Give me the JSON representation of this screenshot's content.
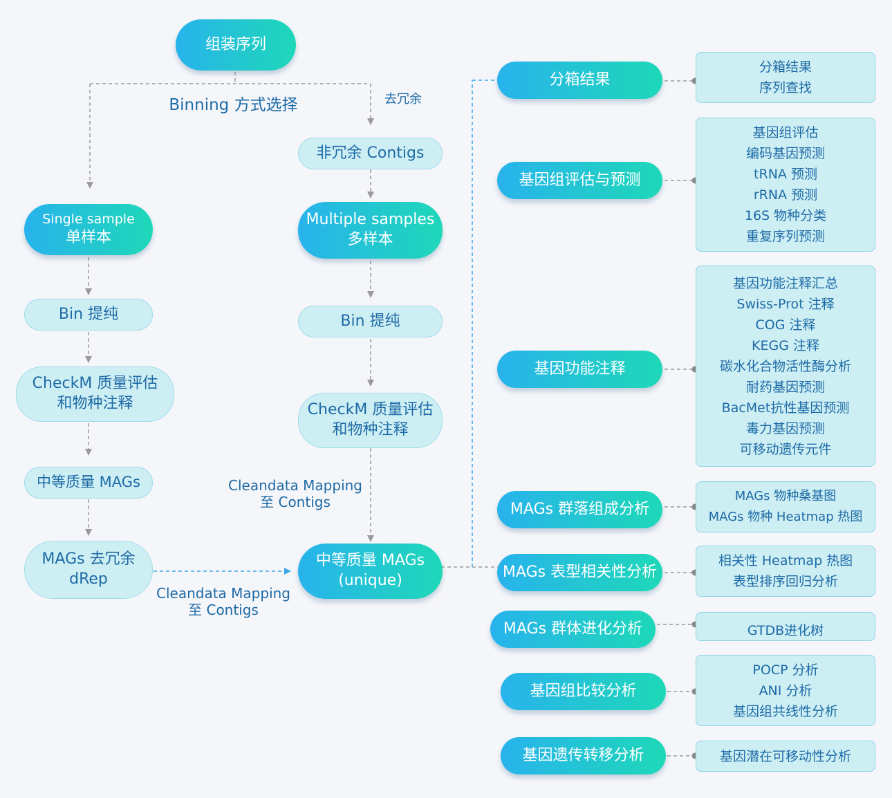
{
  "flow": {
    "assembly": "组装序列",
    "binning_label": "Binning 方式选择",
    "dedup_label": "去冗余",
    "nonredundant": "非冗余 Contigs",
    "single_sample_en": "Single sample",
    "single_sample_cn": "单样本",
    "multiple_samples_en": "Multiple samples",
    "multiple_samples_cn": "多样本",
    "bin_refine_left": "Bin 提纯",
    "bin_refine_right": "Bin 提纯",
    "checkm_left_1": "CheckM 质量评估",
    "checkm_left_2": "和物种注释",
    "checkm_right_1": "CheckM 质量评估",
    "checkm_right_2": "和物种注释",
    "medium_mags_left": "中等质量 MAGs",
    "mapping_right_1": "Cleandata Mapping",
    "mapping_right_2": "至 Contigs",
    "mags_dedup_1": "MAGs 去冗余",
    "mags_dedup_2": "dRep",
    "mapping_left_1": "Cleandata Mapping",
    "mapping_left_2": "至 Contigs",
    "unique_mags_1": "中等质量 MAGs",
    "unique_mags_2": "(unique)"
  },
  "analyses": [
    {
      "name": "分箱结果",
      "items": [
        "分箱结果",
        "序列查找"
      ]
    },
    {
      "name": "基因组评估与预测",
      "items": [
        "基因组评估",
        "编码基因预测",
        "tRNA 预测",
        "rRNA 预测",
        "16S 物种分类",
        "重复序列预测"
      ]
    },
    {
      "name": "基因功能注释",
      "items": [
        "基因功能注释汇总",
        "Swiss-Prot 注释",
        "COG 注释",
        "KEGG 注释",
        "碳水化合物活性酶分析",
        "耐药基因预测",
        "BacMet抗性基因预测",
        "毒力基因预测",
        "可移动遗传元件"
      ]
    },
    {
      "name": "MAGs 群落组成分析",
      "items": [
        "MAGs 物种桑基图",
        "MAGs 物种 Heatmap 热图"
      ]
    },
    {
      "name": "MAGs 表型相关性分析",
      "items": [
        "相关性 Heatmap 热图",
        "表型排序回归分析"
      ]
    },
    {
      "name": "MAGs 群体进化分析",
      "items": [
        "GTDB进化树"
      ]
    },
    {
      "name": "基因组比较分析",
      "items": [
        "POCP 分析",
        "ANI 分析",
        "基因组共线性分析"
      ]
    },
    {
      "name": "基因遗传转移分析",
      "items": [
        "基因潜在可移动性分析"
      ]
    }
  ],
  "colors": {
    "gradient_start": "#28b3ec",
    "gradient_end": "#1ed8b8",
    "pale_fill": "#cdeff4",
    "text_blue": "#1e6aa6",
    "connector_gray": "#9a9a9a",
    "arrow_blue": "#3aa7e8"
  }
}
